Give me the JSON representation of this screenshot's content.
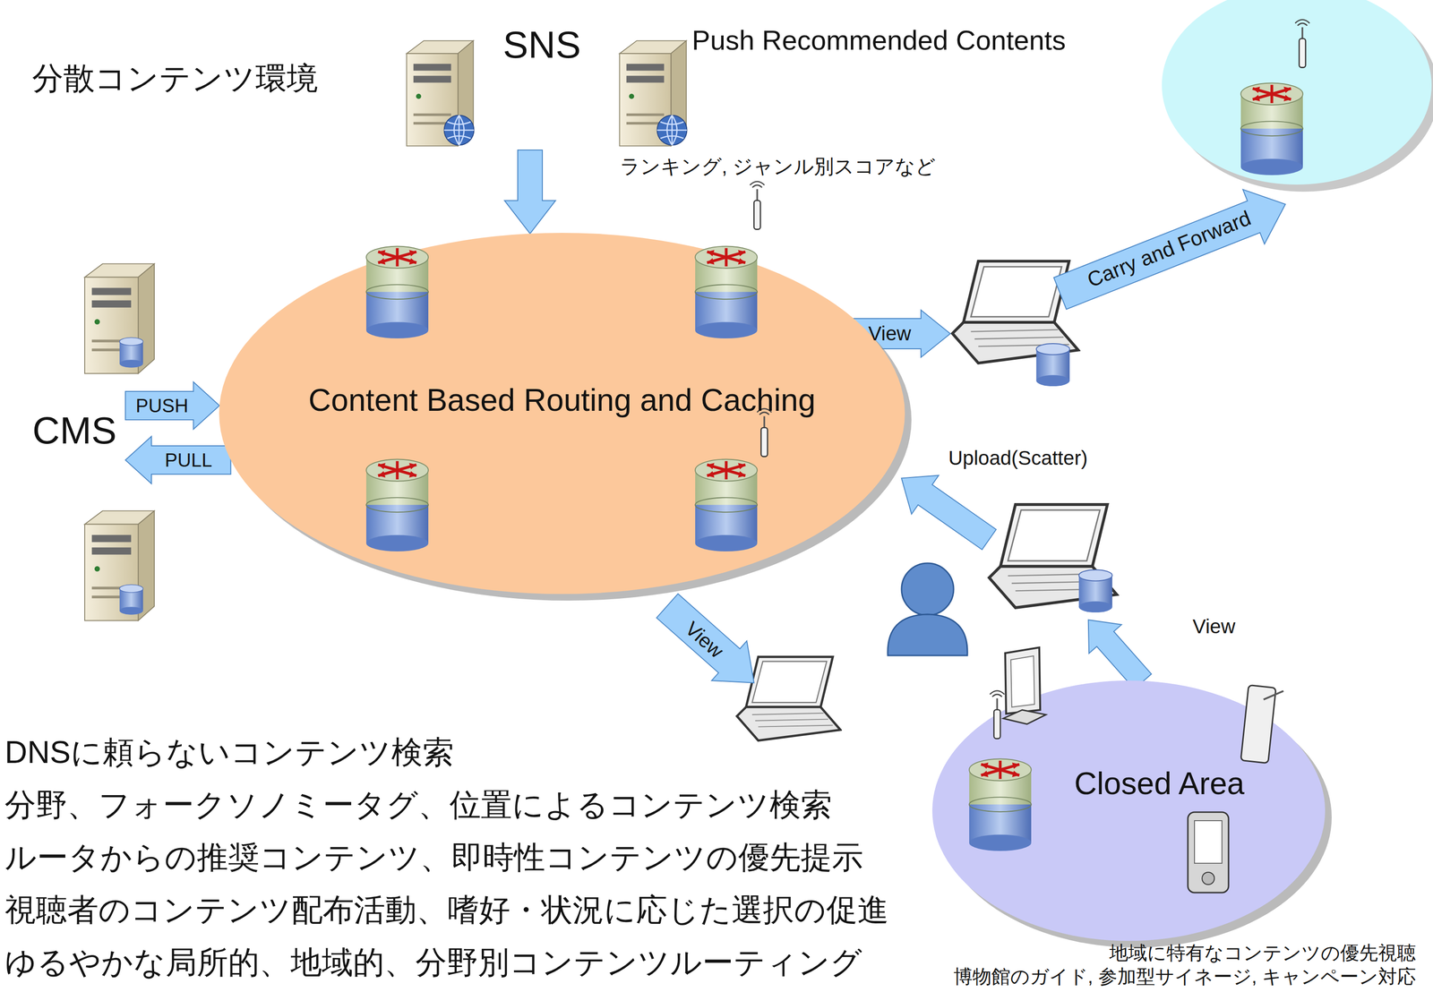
{
  "diagram": {
    "nodes": [
      {
        "text": [
          "SNS"
        ]
      },
      {
        "text": [
          "CMS"
        ]
      },
      {
        "text": [
          "Content Based Routing and Caching"
        ]
      },
      {
        "text": [
          "Closed Area"
        ]
      }
    ],
    "edges": [
      {
        "from": 0,
        "to": 2,
        "arrow": "to"
      },
      {
        "from": 1,
        "to": 2,
        "label": "PUSH",
        "arrow": "to"
      },
      {
        "from": 2,
        "to": 1,
        "label": "PULL",
        "arrow": "to"
      }
    ],
    "labels": [
      "分散コンテンツ環境",
      "Push Recommended Contents",
      "ランキング, ジャンル別スコアなど",
      "View",
      "Carry and Forward",
      "Upload(Scatter)",
      "View",
      "View",
      "DNSに頼らないコンテンツ検索",
      "分野、フォークソノミータグ、位置によるコンテンツ検索",
      "ルータからの推奨コンテンツ、即時性コンテンツの優先提示",
      "視聴者のコンテンツ配布活動、嗜好・状況に応じた選択の促進",
      "ゆるやかな局所的、地域的、分野別コンテンツルーティング",
      "地域に特有なコンテンツの優先視聴",
      "博物館のガイド, 参加型サイネージ, キャンペーン対応"
    ]
  }
}
